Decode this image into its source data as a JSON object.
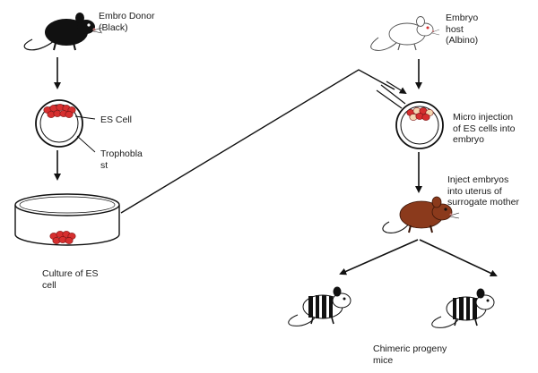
{
  "labels": {
    "embryo_donor": "Embro Donor\n(Black)",
    "es_cell": "ES Cell",
    "trophoblast": "Trophobla\nst",
    "culture": "Culture of ES\ncell",
    "embryo_host": "Embryo\nhost\n(Albino)",
    "micro_injection": "Micro injection\nof ES cells into\nembryo",
    "inject_embryos": "Inject embryos\ninto uterus of\nsurrogate mother",
    "chimeric": "Chimeric progeny\nmice"
  },
  "colors": {
    "donor_mouse": "#111111",
    "es_cells": "#d62f2f",
    "surrogate_mouse": "#8b3a1c",
    "host_mouse": "#ffffff",
    "line": "#111111"
  }
}
